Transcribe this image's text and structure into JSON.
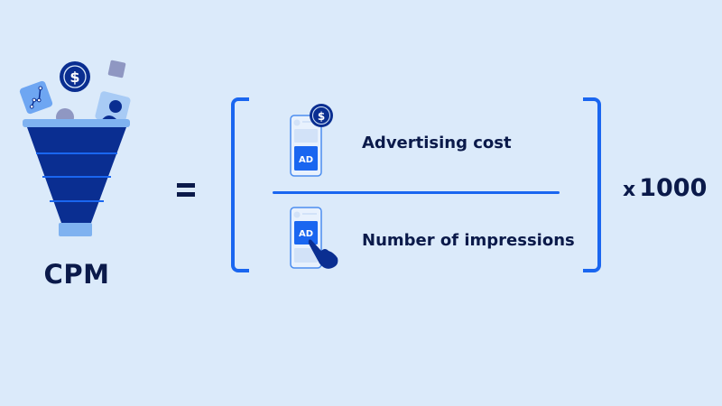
{
  "formula": {
    "lhs": "CPM",
    "equals": "=",
    "numerator": "Advertising cost",
    "denominator": "Number of impressions",
    "multiplier_sign": "x",
    "multiplier_value": "1000"
  },
  "icons": {
    "funnel": "funnel-icon",
    "dollar_coin": "dollar-coin-icon",
    "chart_card": "line-chart-card-icon",
    "user_card": "user-card-icon",
    "phone_ad_cost": "phone-ad-with-dollar-icon",
    "phone_ad_click": "phone-ad-with-tap-hand-icon",
    "ad_badge_text": "AD",
    "dollar_glyph": "$"
  },
  "colors": {
    "background": "#dbeafa",
    "navy": "#0b1a4a",
    "dark_blue": "#0a2e91",
    "accent_blue": "#1a66f0",
    "light_blue": "#7fb2f0",
    "gray_purple": "#8f97c2"
  }
}
